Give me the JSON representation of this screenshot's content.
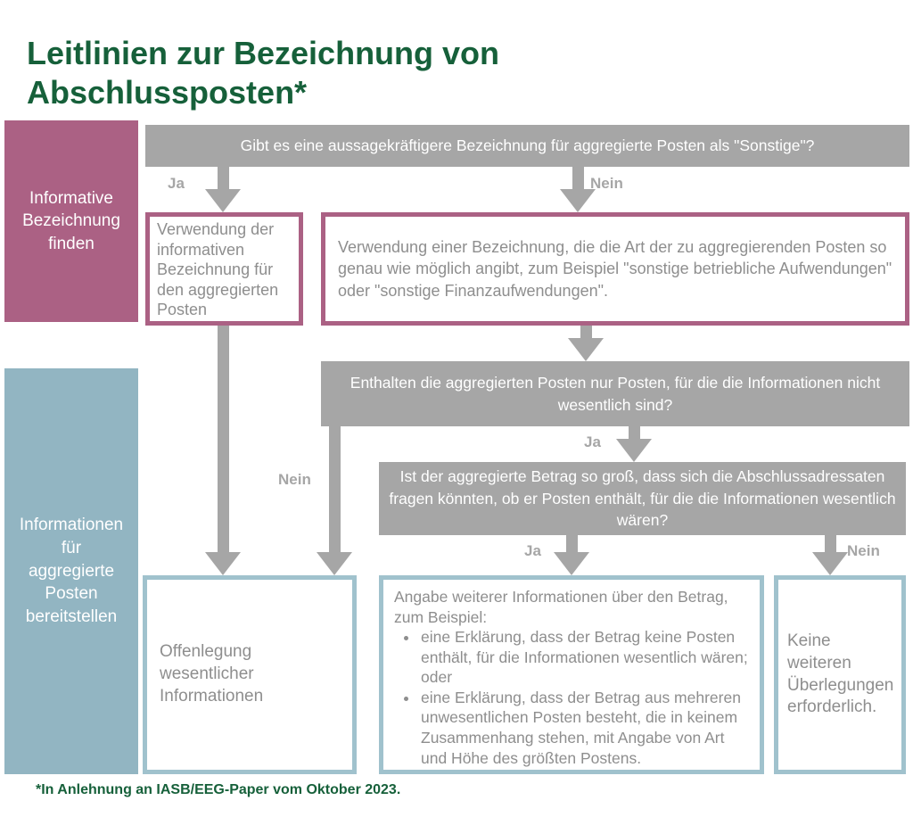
{
  "title": "Leitlinien zur Bezeichnung von Abschlussposten*",
  "footnote": "*In Anlehnung an IASB/EEG-Paper vom Oktober 2023.",
  "labels": {
    "ja": "Ja",
    "nein": "Nein"
  },
  "categories": {
    "informative": "Informative\nBezeichnung\nfinden",
    "informationen": "Informationen\nfür\naggregierte\nPosten\nbereitstellen"
  },
  "questions": {
    "q1": "Gibt es eine aussagekräftigere Bezeichnung für aggregierte Posten als \"Sonstige\"?",
    "q2": "Enthalten die aggregierten Posten nur Posten, für die die Informationen nicht wesentlich sind?",
    "q3": "Ist der aggregierte Betrag so groß, dass sich die Abschlussadressaten fragen könnten, ob er Posten enthält, für die die Informationen wesentlich wären?"
  },
  "boxes": {
    "verwendung_informativ": "Verwendung der informativen Bezeichnung für den aggregierten Posten",
    "verwendung_bezeichnung": "Verwendung einer Bezeichnung, die die Art der zu aggregierenden Posten so genau wie möglich angibt, zum Beispiel \"sonstige betriebliche Aufwendungen\" oder \"sonstige Finanzaufwendungen\".",
    "offenlegung": "Offenlegung wesentlicher Informationen",
    "angabe": {
      "intro": "Angabe weiterer Informationen über den Betrag, zum Beispiel:",
      "bullets": [
        "eine Erklärung, dass der Betrag keine Posten enthält, für die Informationen wesentlich wären; oder",
        "eine Erklärung, dass der Betrag aus mehreren unwesentlichen Posten besteht, die in keinem Zusammenhang stehen, mit Angabe von Art und Höhe des größten Postens."
      ]
    },
    "keine": "Keine weiteren Überlegungen erforderlich."
  },
  "colors": {
    "title_green": "#16603a",
    "category_pink": "#ab6184",
    "category_blue": "#92b5c2",
    "blue_border": "#a0c2cd",
    "question_gray": "#a6a6a6",
    "box_text_gray": "#8e8e8e"
  }
}
